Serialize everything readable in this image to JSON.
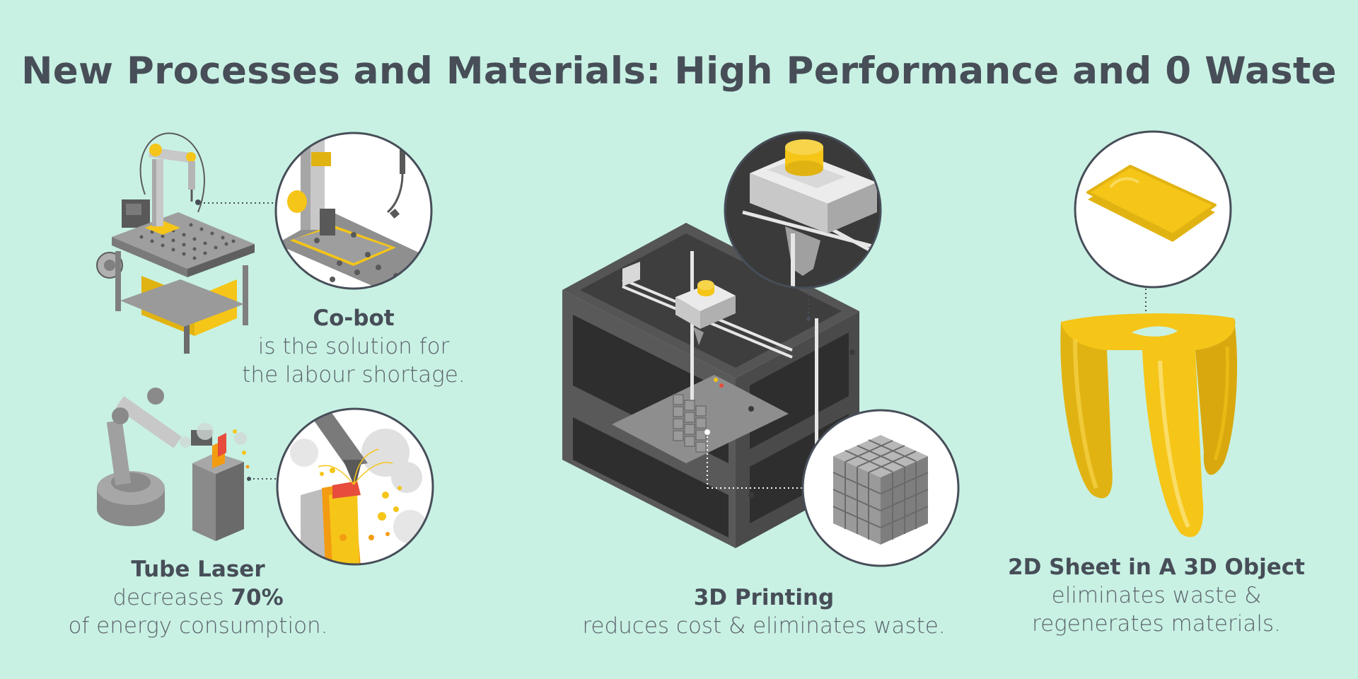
{
  "title": "New Processes and Materials: High Performance and 0 Waste",
  "colors": {
    "background": "#c8f1e3",
    "text_dark": "#474e58",
    "machine_dark": "#595959",
    "machine_light": "#9a9a9a",
    "accent_yellow": "#f5c518",
    "accent_orange": "#f39c12",
    "circle_border": "#474e58"
  },
  "icons": [
    "cobot-icon",
    "tube-laser-icon",
    "3d-printer-icon",
    "metal-cube-icon",
    "yellow-sheet-icon",
    "folded-stool-icon"
  ],
  "cobot": {
    "heading": "Co-bot",
    "line1": "is the solution for",
    "line2": "the labour shortage."
  },
  "tube_laser": {
    "heading": "Tube Laser",
    "line1_prefix": "decreases ",
    "line1_value": "70%",
    "line2": "of energy consumption."
  },
  "printing": {
    "heading": "3D Printing",
    "line1": "reduces cost & eliminates waste."
  },
  "sheet": {
    "heading": "2D Sheet in A 3D Object",
    "line1": "eliminates waste &",
    "line2": "regenerates materials."
  }
}
